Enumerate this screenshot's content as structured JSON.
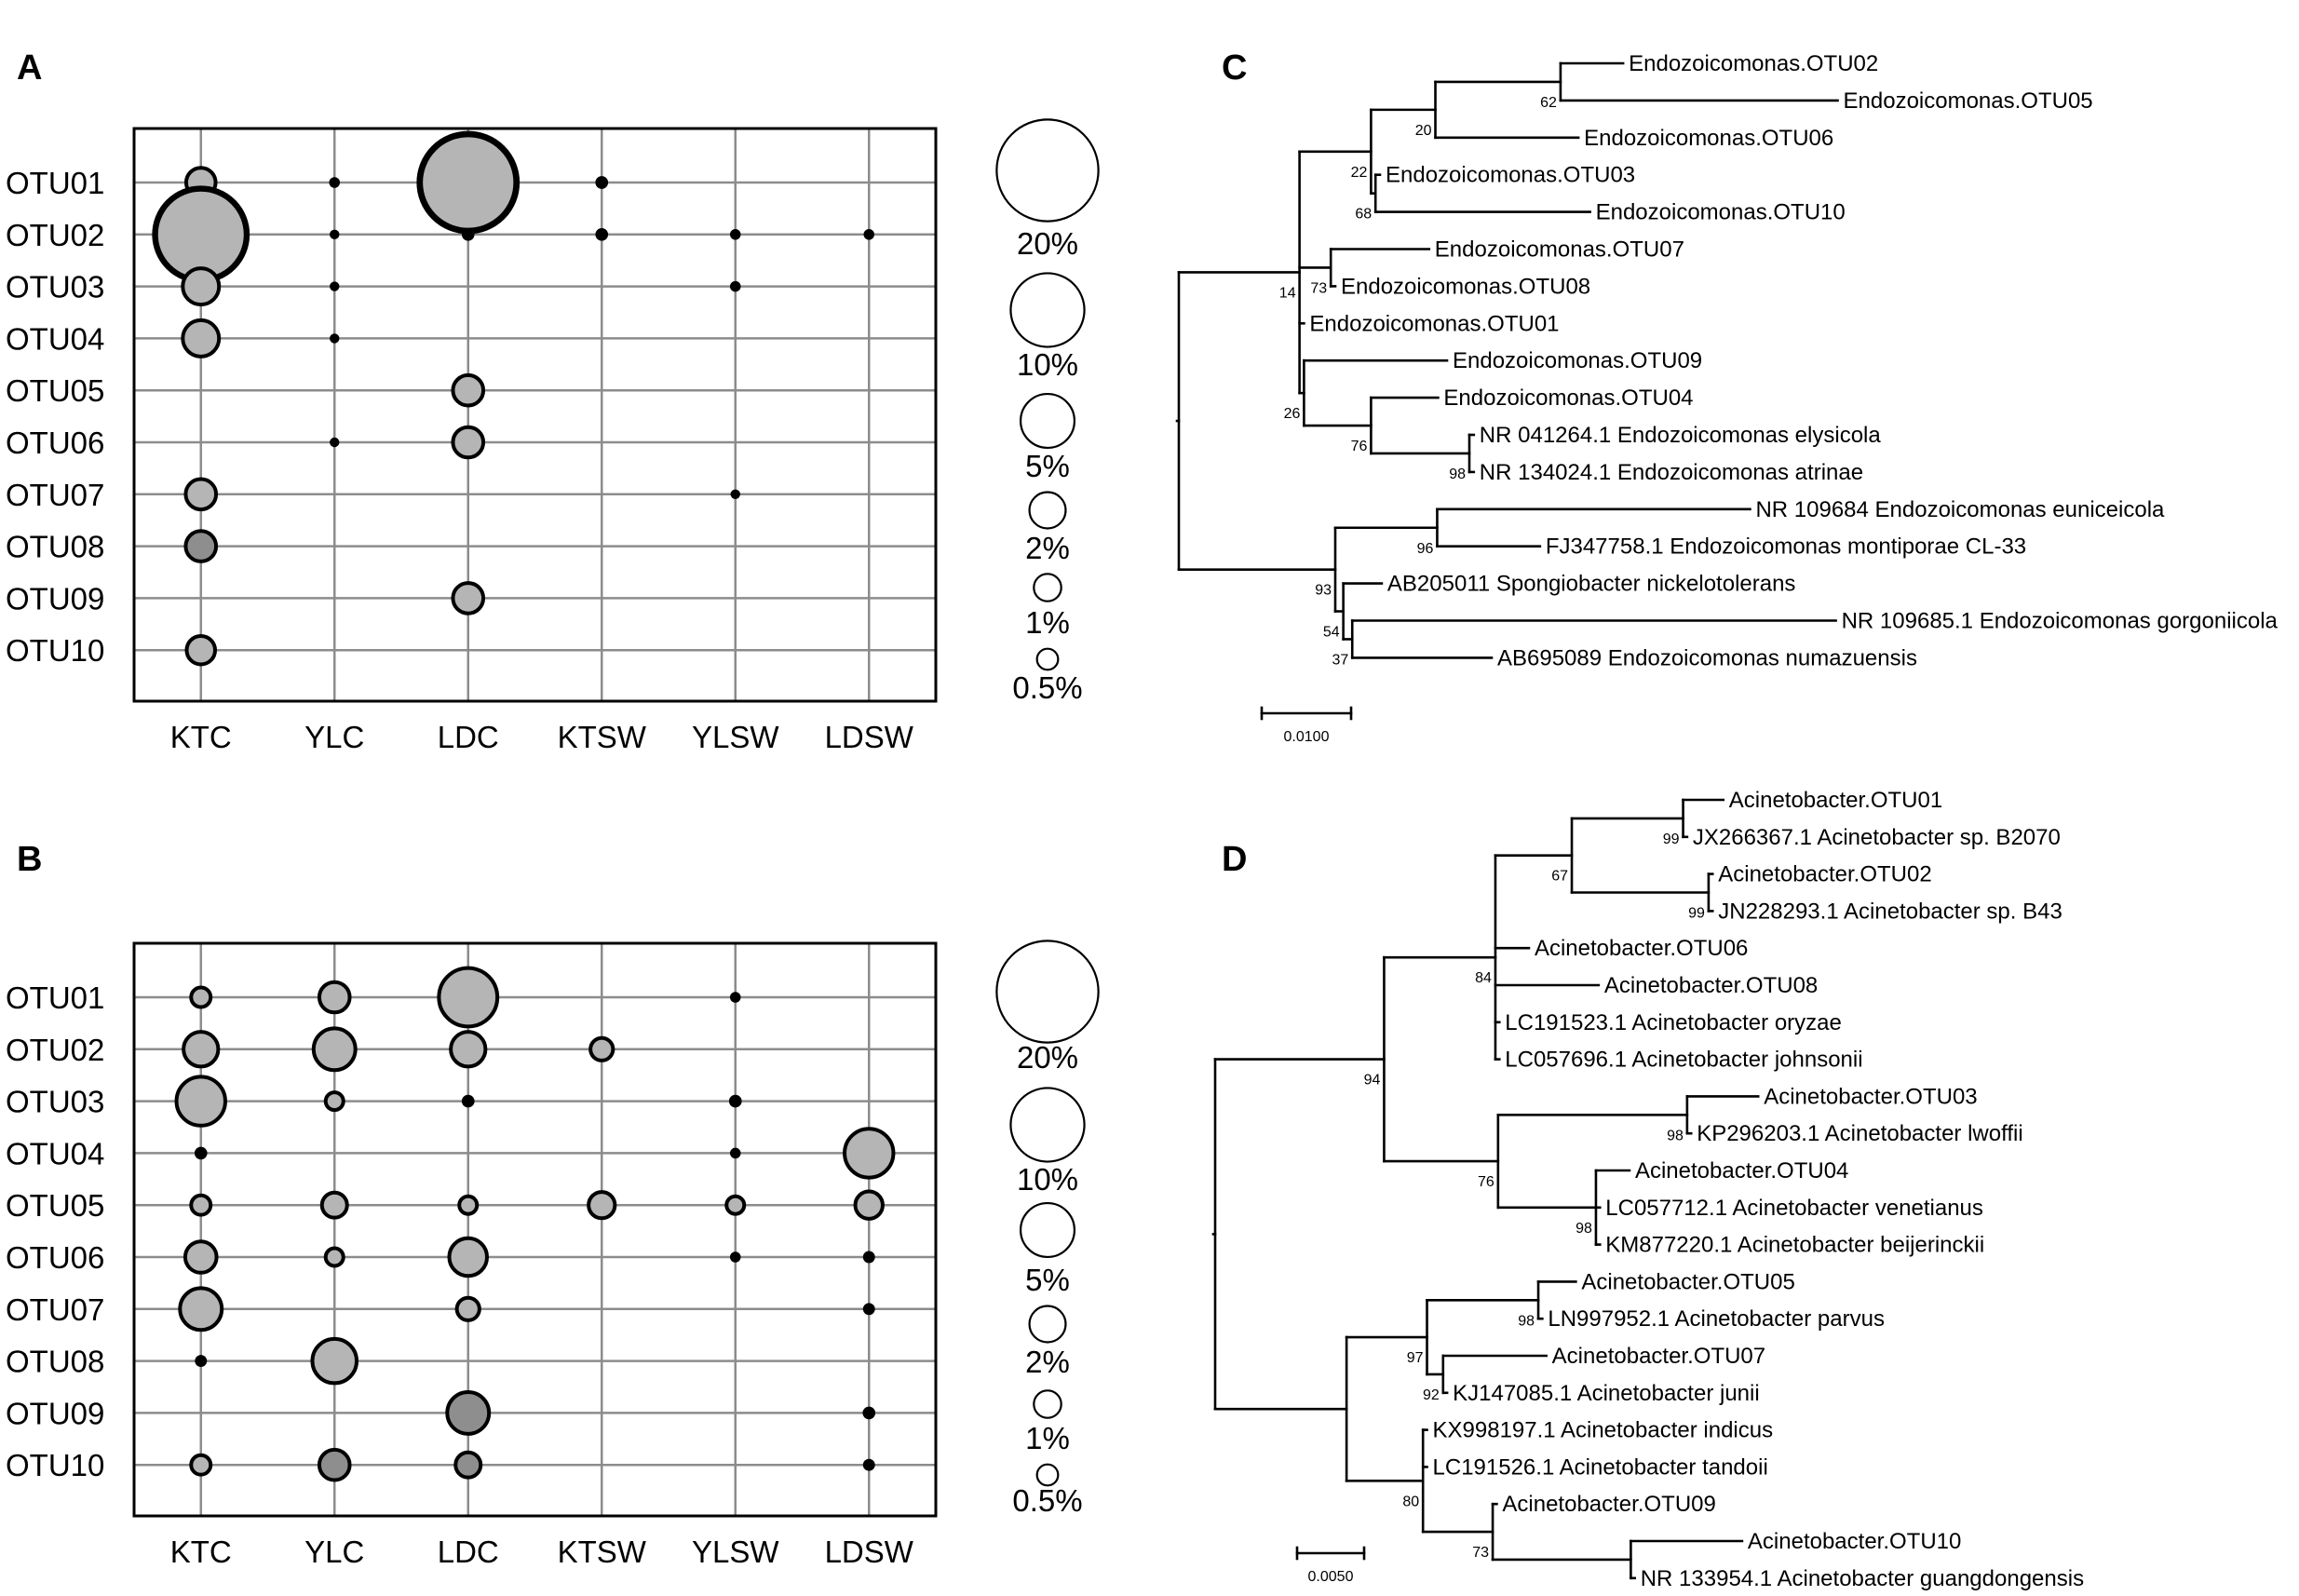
{
  "colors": {
    "bubble_fill": "#b5b5b5",
    "bubble_fill_dark": "#8e8e8e",
    "bubble_stroke": "#000000",
    "grid": "#8c8c8c",
    "legend_fill": "#ffffff"
  },
  "chart_data": [
    {
      "panel": "A",
      "type": "scatter",
      "subtype": "bubble",
      "categories": [
        "KTC",
        "YLC",
        "LDC",
        "KTSW",
        "YLSW",
        "LDSW"
      ],
      "rows": [
        "OTU01",
        "OTU02",
        "OTU03",
        "OTU04",
        "OTU05",
        "OTU06",
        "OTU07",
        "OTU08",
        "OTU09",
        "OTU10"
      ],
      "size_unit": "relative abundance (%)",
      "grid": true,
      "legend_position": "right",
      "legend": [
        {
          "label": "20%",
          "value": 20
        },
        {
          "label": "10%",
          "value": 10
        },
        {
          "label": "5%",
          "value": 5
        },
        {
          "label": "2%",
          "value": 2
        },
        {
          "label": "1%",
          "value": 1
        },
        {
          "label": "0.5%",
          "value": 0.5
        }
      ],
      "points": [
        {
          "row": "OTU01",
          "col": "KTC",
          "value": 1.2
        },
        {
          "row": "OTU01",
          "col": "YLC",
          "value": 0.05
        },
        {
          "row": "OTU01",
          "col": "LDC",
          "value": 18
        },
        {
          "row": "OTU01",
          "col": "KTSW",
          "value": 0.1
        },
        {
          "row": "OTU02",
          "col": "KTC",
          "value": 16
        },
        {
          "row": "OTU02",
          "col": "YLC",
          "value": 0.03
        },
        {
          "row": "OTU02",
          "col": "LDC",
          "value": 0.1
        },
        {
          "row": "OTU02",
          "col": "KTSW",
          "value": 0.1
        },
        {
          "row": "OTU02",
          "col": "YLSW",
          "value": 0.05
        },
        {
          "row": "OTU02",
          "col": "LDSW",
          "value": 0.05
        },
        {
          "row": "OTU03",
          "col": "KTC",
          "value": 2
        },
        {
          "row": "OTU03",
          "col": "YLC",
          "value": 0.03
        },
        {
          "row": "OTU03",
          "col": "YLSW",
          "value": 0.05
        },
        {
          "row": "OTU04",
          "col": "KTC",
          "value": 2
        },
        {
          "row": "OTU04",
          "col": "YLC",
          "value": 0.03
        },
        {
          "row": "OTU05",
          "col": "LDC",
          "value": 1.3
        },
        {
          "row": "OTU06",
          "col": "YLC",
          "value": 0.03
        },
        {
          "row": "OTU06",
          "col": "LDC",
          "value": 1.3
        },
        {
          "row": "OTU07",
          "col": "KTC",
          "value": 1.3
        },
        {
          "row": "OTU07",
          "col": "YLSW",
          "value": 0.03
        },
        {
          "row": "OTU08",
          "col": "KTC",
          "value": 1.3,
          "dark": true
        },
        {
          "row": "OTU09",
          "col": "LDC",
          "value": 1.3
        },
        {
          "row": "OTU10",
          "col": "KTC",
          "value": 1.1
        }
      ]
    },
    {
      "panel": "B",
      "type": "scatter",
      "subtype": "bubble",
      "categories": [
        "KTC",
        "YLC",
        "LDC",
        "KTSW",
        "YLSW",
        "LDSW"
      ],
      "rows": [
        "OTU01",
        "OTU02",
        "OTU03",
        "OTU04",
        "OTU05",
        "OTU06",
        "OTU07",
        "OTU08",
        "OTU09",
        "OTU10"
      ],
      "size_unit": "relative abundance (%)",
      "grid": true,
      "legend_position": "right",
      "legend": [
        {
          "label": "20%",
          "value": 20
        },
        {
          "label": "10%",
          "value": 10
        },
        {
          "label": "5%",
          "value": 5
        },
        {
          "label": "2%",
          "value": 2
        },
        {
          "label": "1%",
          "value": 1
        },
        {
          "label": "0.5%",
          "value": 0.5
        }
      ],
      "points": [
        {
          "row": "OTU01",
          "col": "KTC",
          "value": 0.4
        },
        {
          "row": "OTU01",
          "col": "YLC",
          "value": 1.3
        },
        {
          "row": "OTU01",
          "col": "LDC",
          "value": 6
        },
        {
          "row": "OTU01",
          "col": "YLSW",
          "value": 0.05
        },
        {
          "row": "OTU02",
          "col": "KTC",
          "value": 1.8
        },
        {
          "row": "OTU02",
          "col": "YLC",
          "value": 2.8
        },
        {
          "row": "OTU02",
          "col": "LDC",
          "value": 1.8
        },
        {
          "row": "OTU02",
          "col": "KTSW",
          "value": 0.6
        },
        {
          "row": "OTU03",
          "col": "KTC",
          "value": 4
        },
        {
          "row": "OTU03",
          "col": "YLC",
          "value": 0.3
        },
        {
          "row": "OTU03",
          "col": "LDC",
          "value": 0.1
        },
        {
          "row": "OTU03",
          "col": "YLSW",
          "value": 0.1
        },
        {
          "row": "OTU04",
          "col": "KTC",
          "value": 0.1
        },
        {
          "row": "OTU04",
          "col": "YLSW",
          "value": 0.05
        },
        {
          "row": "OTU04",
          "col": "LDSW",
          "value": 4
        },
        {
          "row": "OTU05",
          "col": "KTC",
          "value": 0.4
        },
        {
          "row": "OTU05",
          "col": "YLC",
          "value": 0.8
        },
        {
          "row": "OTU05",
          "col": "LDC",
          "value": 0.3
        },
        {
          "row": "OTU05",
          "col": "KTSW",
          "value": 0.9
        },
        {
          "row": "OTU05",
          "col": "YLSW",
          "value": 0.3
        },
        {
          "row": "OTU05",
          "col": "LDSW",
          "value": 1.0
        },
        {
          "row": "OTU06",
          "col": "KTC",
          "value": 1.4
        },
        {
          "row": "OTU06",
          "col": "YLC",
          "value": 0.3
        },
        {
          "row": "OTU06",
          "col": "LDC",
          "value": 2.2
        },
        {
          "row": "OTU06",
          "col": "YLSW",
          "value": 0.05
        },
        {
          "row": "OTU06",
          "col": "LDSW",
          "value": 0.08
        },
        {
          "row": "OTU07",
          "col": "KTC",
          "value": 2.8
        },
        {
          "row": "OTU07",
          "col": "LDC",
          "value": 0.6
        },
        {
          "row": "OTU07",
          "col": "LDSW",
          "value": 0.08
        },
        {
          "row": "OTU08",
          "col": "KTC",
          "value": 0.08
        },
        {
          "row": "OTU08",
          "col": "YLC",
          "value": 3.2
        },
        {
          "row": "OTU09",
          "col": "LDC",
          "value": 2.8,
          "dark": true
        },
        {
          "row": "OTU09",
          "col": "LDSW",
          "value": 0.1
        },
        {
          "row": "OTU10",
          "col": "KTC",
          "value": 0.4
        },
        {
          "row": "OTU10",
          "col": "YLC",
          "value": 1.3,
          "dark": true
        },
        {
          "row": "OTU10",
          "col": "LDC",
          "value": 0.8,
          "dark": true
        },
        {
          "row": "OTU10",
          "col": "LDSW",
          "value": 0.08
        }
      ]
    },
    {
      "panel": "C",
      "type": "other",
      "subtype": "phylogenetic_tree",
      "scale_bar": {
        "label": "0.0100",
        "length": 0.01
      },
      "tree": {
        "children": [
          {
            "bl": 0.0135,
            "support": "14",
            "children": [
              {
                "bl": 0.008,
                "support": "22",
                "children": [
                  {
                    "bl": 0.0072,
                    "support": "20",
                    "children": [
                      {
                        "bl": 0.014,
                        "support": "62",
                        "children": [
                          {
                            "bl": 0.007,
                            "label": "Endozoicomonas.OTU02"
                          },
                          {
                            "bl": 0.031,
                            "label": "Endozoicomonas.OTU05"
                          }
                        ]
                      },
                      {
                        "bl": 0.016,
                        "label": "Endozoicomonas.OTU06"
                      }
                    ]
                  },
                  {
                    "bl": 0.0005,
                    "support": "68",
                    "children": [
                      {
                        "bl": 0.0005,
                        "label": "Endozoicomonas.OTU03"
                      },
                      {
                        "bl": 0.024,
                        "label": "Endozoicomonas.OTU10"
                      }
                    ]
                  }
                ]
              },
              {
                "bl": 0.0035,
                "support": "73",
                "children": [
                  {
                    "bl": 0.011,
                    "label": "Endozoicomonas.OTU07"
                  },
                  {
                    "bl": 0.0005,
                    "label": "Endozoicomonas.OTU08"
                  }
                ]
              },
              {
                "bl": 0.0005,
                "label": "Endozoicomonas.OTU01"
              },
              {
                "bl": 0.0005,
                "support": "26",
                "children": [
                  {
                    "bl": 0.016,
                    "label": "Endozoicomonas.OTU09"
                  },
                  {
                    "bl": 0.0075,
                    "support": "76",
                    "children": [
                      {
                        "bl": 0.0075,
                        "label": "Endozoicomonas.OTU04"
                      },
                      {
                        "bl": 0.011,
                        "support": "98",
                        "children": [
                          {
                            "bl": 0.0005,
                            "label": "NR 041264.1 Endozoicomonas elysicola"
                          },
                          {
                            "bl": 0.0005,
                            "label": "NR 134024.1 Endozoicomonas atrinae"
                          }
                        ]
                      }
                    ]
                  }
                ]
              }
            ]
          },
          {
            "bl": 0.0175,
            "support": "93",
            "children": [
              {
                "bl": 0.0114,
                "support": "96",
                "children": [
                  {
                    "bl": 0.035,
                    "label": "NR 109684 Endozoicomonas euniceicola"
                  },
                  {
                    "bl": 0.0115,
                    "label": "FJ347758.1 Endozoicomonas montiporae CL-33"
                  }
                ]
              },
              {
                "bl": 0.0009,
                "support": "54",
                "children": [
                  {
                    "bl": 0.0043,
                    "label": "AB205011 Spongiobacter nickelotolerans"
                  },
                  {
                    "bl": 0.001,
                    "support": "37",
                    "children": [
                      {
                        "bl": 0.0541,
                        "label": "NR 109685.1 Endozoicomonas gorgoniicola"
                      },
                      {
                        "bl": 0.0156,
                        "label": "AB695089 Endozoicomonas numazuensis"
                      }
                    ]
                  }
                ]
              }
            ]
          }
        ]
      }
    },
    {
      "panel": "D",
      "type": "other",
      "subtype": "phylogenetic_tree",
      "scale_bar": {
        "label": "0.0050",
        "length": 0.005
      },
      "tree": {
        "children": [
          {
            "bl": 0.0126,
            "support": "94",
            "children": [
              {
                "bl": 0.0083,
                "support": "84",
                "children": [
                  {
                    "bl": 0.0057,
                    "support": "67",
                    "children": [
                      {
                        "bl": 0.0083,
                        "support": "99",
                        "children": [
                          {
                            "bl": 0.003,
                            "label": "Acinetobacter.OTU01"
                          },
                          {
                            "bl": 0.0003,
                            "label": "JX266367.1 Acinetobacter sp. B2070"
                          }
                        ]
                      },
                      {
                        "bl": 0.0102,
                        "support": "99",
                        "children": [
                          {
                            "bl": 0.0003,
                            "label": "Acinetobacter.OTU02"
                          },
                          {
                            "bl": 0.0003,
                            "label": "JN228293.1 Acinetobacter sp. B43"
                          }
                        ]
                      }
                    ]
                  },
                  {
                    "bl": 0.0025,
                    "label": "Acinetobacter.OTU06"
                  },
                  {
                    "bl": 0.0077,
                    "label": "Acinetobacter.OTU08"
                  },
                  {
                    "bl": 0.0003,
                    "label": "LC191523.1 Acinetobacter oryzae"
                  },
                  {
                    "bl": 0.0003,
                    "label": "LC057696.1 Acinetobacter johnsonii"
                  }
                ]
              },
              {
                "bl": 0.0085,
                "support": "76",
                "children": [
                  {
                    "bl": 0.0141,
                    "support": "98",
                    "children": [
                      {
                        "bl": 0.0053,
                        "label": "Acinetobacter.OTU03"
                      },
                      {
                        "bl": 0.0003,
                        "label": "KP296203.1 Acinetobacter lwoffii"
                      }
                    ]
                  },
                  {
                    "bl": 0.0073,
                    "support": "98",
                    "children": [
                      {
                        "bl": 0.0025,
                        "label": "Acinetobacter.OTU04"
                      },
                      {
                        "bl": 0.0003,
                        "label": "LC057712.1 Acinetobacter venetianus"
                      },
                      {
                        "bl": 0.0003,
                        "label": "KM877220.1 Acinetobacter beijerinckii"
                      }
                    ]
                  }
                ]
              }
            ]
          },
          {
            "bl": 0.0098,
            "children": [
              {
                "bl": 0.006,
                "support": "97",
                "children": [
                  {
                    "bl": 0.0083,
                    "support": "98",
                    "children": [
                      {
                        "bl": 0.0028,
                        "label": "Acinetobacter.OTU05"
                      },
                      {
                        "bl": 0.0003,
                        "label": "LN997952.1 Acinetobacter parvus"
                      }
                    ]
                  },
                  {
                    "bl": 0.0012,
                    "support": "92",
                    "children": [
                      {
                        "bl": 0.0077,
                        "label": "Acinetobacter.OTU07"
                      },
                      {
                        "bl": 0.0003,
                        "label": "KJ147085.1 Acinetobacter junii"
                      }
                    ]
                  }
                ]
              },
              {
                "bl": 0.0057,
                "support": "80",
                "children": [
                  {
                    "bl": 0.0003,
                    "label": "KX998197.1 Acinetobacter indicus"
                  },
                  {
                    "bl": 0.0003,
                    "label": "LC191526.1 Acinetobacter tandoii"
                  },
                  {
                    "bl": 0.0052,
                    "support": "73",
                    "children": [
                      {
                        "bl": 0.0003,
                        "label": "Acinetobacter.OTU09"
                      },
                      {
                        "bl": 0.0103,
                        "children": [
                          {
                            "bl": 0.0083,
                            "label": "Acinetobacter.OTU10"
                          },
                          {
                            "bl": 0.0003,
                            "label": "NR 133954.1 Acinetobacter guangdongensis"
                          }
                        ]
                      }
                    ]
                  }
                ]
              }
            ]
          }
        ]
      }
    }
  ]
}
